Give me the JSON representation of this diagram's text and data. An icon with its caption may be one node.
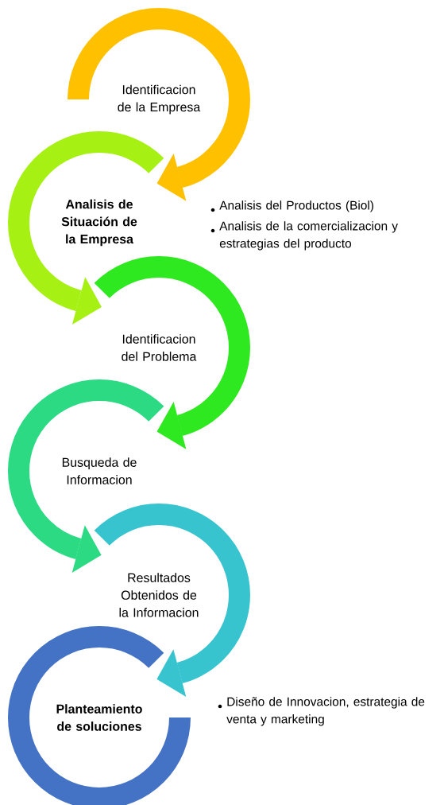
{
  "diagram": {
    "nodes": [
      {
        "text": [
          "Identificacion de la Empresa"
        ]
      },
      {
        "text": [
          "Analisis de Situación de la Empresa"
        ]
      },
      {
        "text": [
          "Identificacion del Problema"
        ]
      },
      {
        "text": [
          "Busqueda de Informacion"
        ]
      },
      {
        "text": [
          "Resultados Obtenidos de la Informacion"
        ]
      },
      {
        "text": [
          "Planteamiento de soluciones"
        ]
      }
    ],
    "labels": [
      "Analisis del Productos (Biol)",
      "Analisis de la comercializacion y estrategias del producto",
      "Diseño de Innovacion, estrategia de venta y marketing"
    ],
    "edges": [
      {
        "from": 0,
        "to": 1,
        "arrow": "to",
        "color": "#ffc000"
      },
      {
        "from": 1,
        "to": 2,
        "arrow": "to",
        "color": "#a6f013"
      },
      {
        "from": 2,
        "to": 3,
        "arrow": "to",
        "color": "#2ee820"
      },
      {
        "from": 3,
        "to": 4,
        "arrow": "to",
        "color": "#2cda84"
      },
      {
        "from": 4,
        "to": 5,
        "arrow": "to",
        "color": "#38c4ce"
      }
    ]
  }
}
